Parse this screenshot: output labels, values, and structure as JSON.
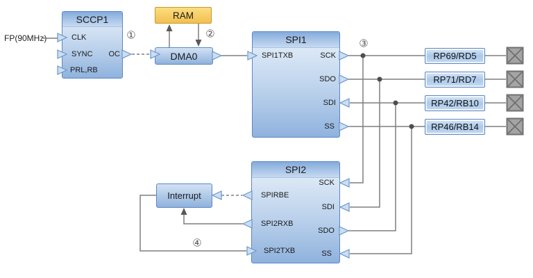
{
  "labels": {
    "clock_source": "FP(90MHz)"
  },
  "annotations": {
    "n1": "①",
    "n2": "②",
    "n3": "③",
    "n4": "④"
  },
  "blocks": {
    "sccp1": {
      "title": "SCCP1",
      "pins": {
        "clk": "CLK",
        "sync": "SYNC",
        "prl_rb": "PRL,RB",
        "oc": "OC"
      }
    },
    "ram": {
      "title": "RAM"
    },
    "dma0": {
      "title": "DMA0"
    },
    "spi1": {
      "title": "SPI1",
      "pins": {
        "txb": "SPI1TXB",
        "sck": "SCK",
        "sdo": "SDO",
        "sdi": "SDI",
        "ss": "SS"
      }
    },
    "spi2": {
      "title": "SPI2",
      "pins": {
        "rbe": "SPIRBE",
        "rxb": "SPI2RXB",
        "txb": "SPI2TXB",
        "sck": "SCK",
        "sdi": "SDI",
        "sdo": "SDO",
        "ss": "SS"
      }
    },
    "interrupt": {
      "title": "Interrupt"
    },
    "pads": [
      {
        "label": "RP69/RD5"
      },
      {
        "label": "RP71/RD7"
      },
      {
        "label": "RP42/RB10"
      },
      {
        "label": "RP46/RB14"
      }
    ]
  },
  "colors": {
    "block_border": "#5b87c3",
    "wire": "#7f7f7f",
    "junction_dot": "#4d4d4d",
    "ram_border": "#c49a2e",
    "pad_fill": "#a4a4a4",
    "pad_border": "#707070",
    "pin_arrow_fill": "#cbdef2",
    "pin_arrow_stroke": "#6b96cc"
  }
}
